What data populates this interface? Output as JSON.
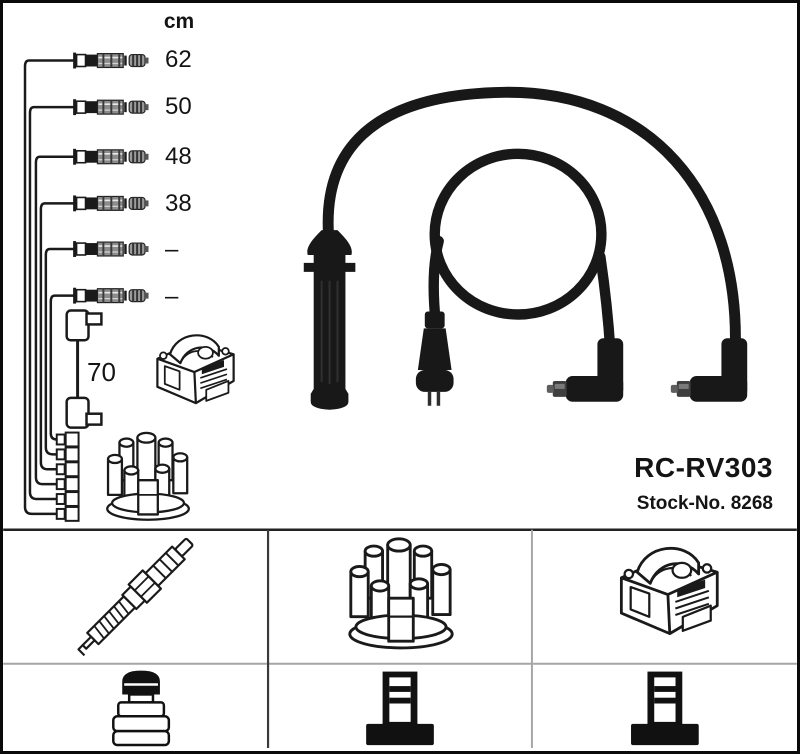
{
  "product": {
    "code": "RC-RV303",
    "stock_no": "Stock-No. 8268"
  },
  "diagram": {
    "unit_label": "cm",
    "cable_lengths": [
      "62",
      "50",
      "48",
      "38",
      "–",
      "–"
    ],
    "coil_wire_length": "70"
  },
  "parts_grid": {
    "row1_icons": [
      "spark-plug-icon",
      "distributor-cap-icon",
      "ignition-coil-icon"
    ],
    "row2_icons": [
      "plug-terminal-icon",
      "coil-terminal-icon",
      "coil-terminal-icon"
    ]
  },
  "colors": {
    "ink": "#1a1a1a",
    "cable_black": "#181818",
    "grid_dark": "#3a3a3a",
    "grid_light": "#a6a6a6",
    "background": "#ffffff"
  }
}
